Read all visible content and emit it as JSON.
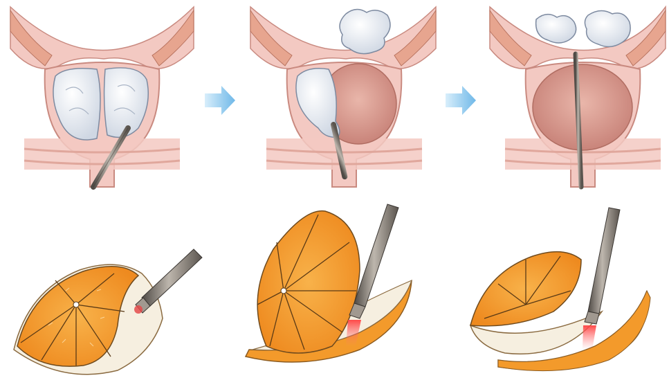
{
  "figure": {
    "rows": [
      {
        "id": "anatomy",
        "panels": [
          {
            "step": 1,
            "state": "enlarged-prostate-laser-fiber-inserted"
          },
          {
            "step": 2,
            "state": "left-lobe-enucleated-into-bladder"
          },
          {
            "step": 3,
            "state": "tissue-morcellated-in-bladder"
          }
        ]
      },
      {
        "id": "orange-analogy",
        "panels": [
          {
            "step": 1,
            "state": "laser-separating-pulp-from-peel"
          },
          {
            "step": 2,
            "state": "pulp-lifted-away-from-peel"
          },
          {
            "step": 3,
            "state": "pulp-removed-peel-remains"
          }
        ]
      }
    ],
    "arrows": [
      {
        "from": 1,
        "to": 2,
        "icon": "arrow-right-icon"
      },
      {
        "from": 2,
        "to": 3,
        "icon": "arrow-right-icon"
      }
    ],
    "colors": {
      "tissue": "#f3c9c2",
      "tissue_dark": "#d88f84",
      "muscle": "#e7a58f",
      "bladder": "#d99b8f",
      "prostate": "#f2f6fb",
      "orange": "#f39a2b",
      "orange_dark": "#d9731a",
      "peel_inner": "#f6efe0",
      "instrument": "#7c7670",
      "laser": "#e44b4b",
      "arrow": "#8dc8ec"
    }
  }
}
